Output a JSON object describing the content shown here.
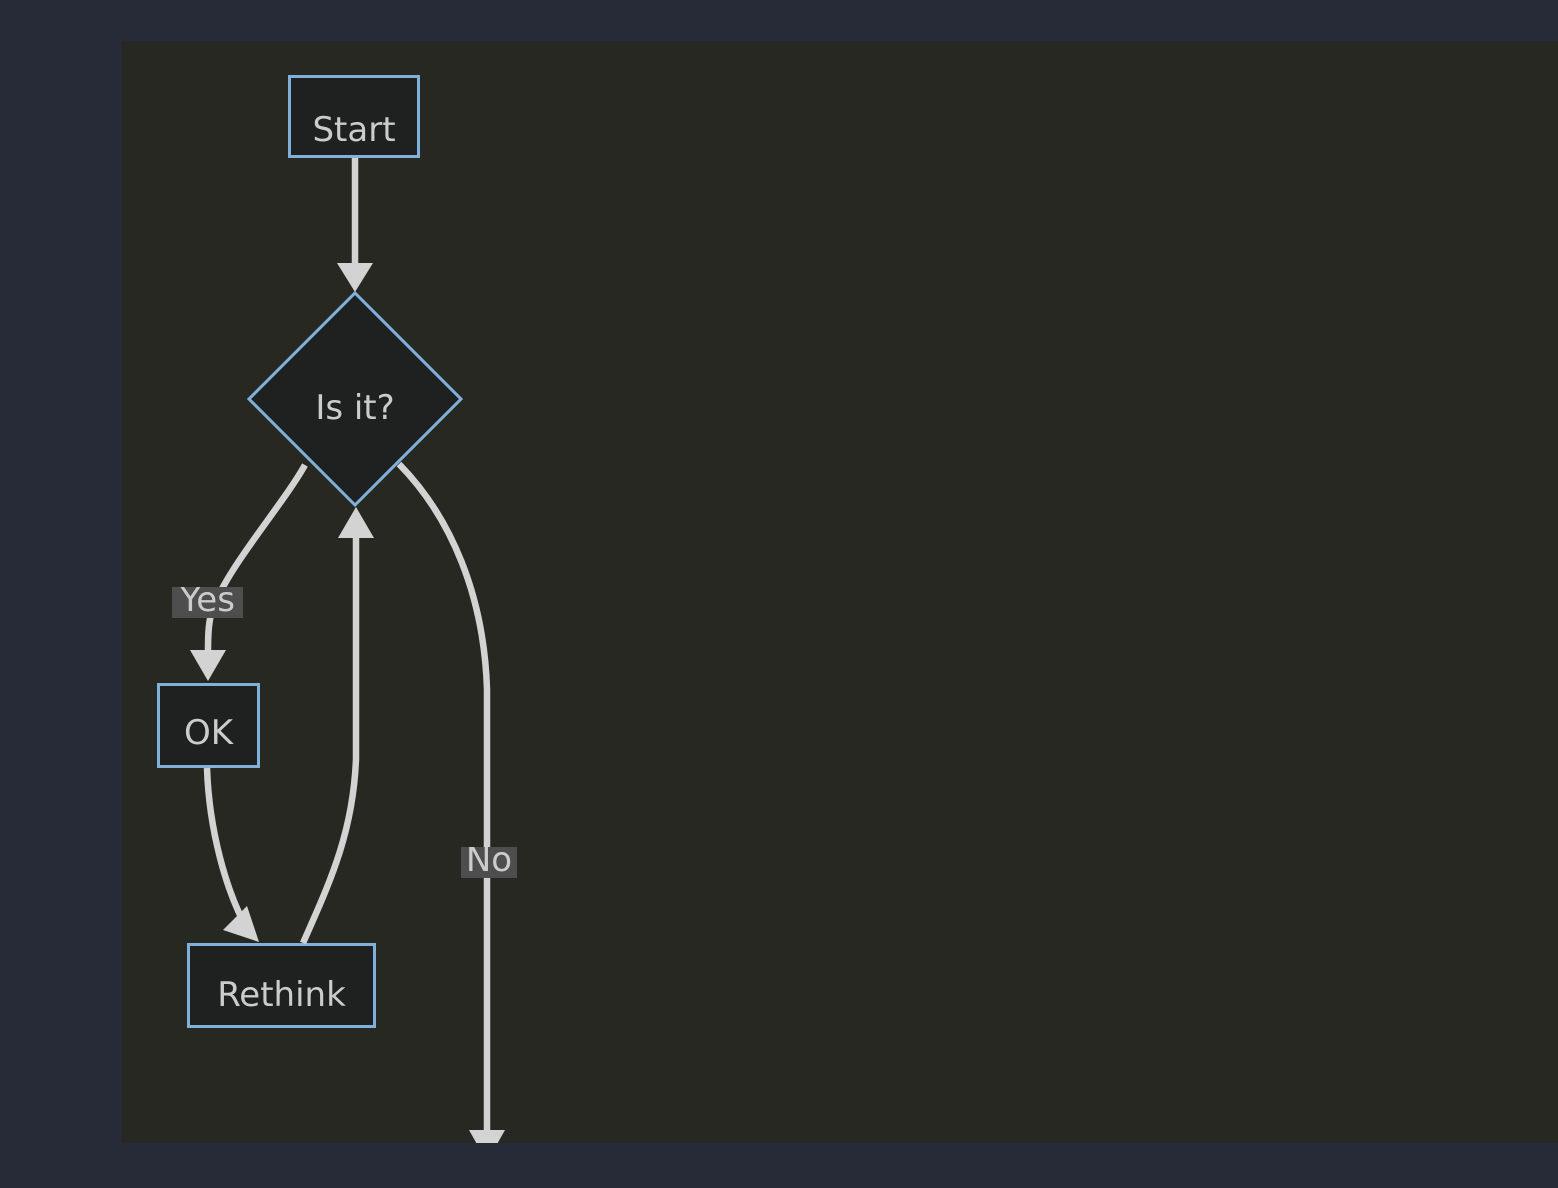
{
  "colors": {
    "outer-bg": "#272b37",
    "panel-bg": "#272822",
    "node-fill": "#1f2020",
    "node-border": "#81b1db",
    "edge-line": "#d3d3d3",
    "label-bg": "#4e4e4e",
    "text": "#cccccc"
  },
  "flowchart": {
    "type": "flowchart",
    "direction": "top-down",
    "nodes": {
      "start": {
        "label": "Start",
        "shape": "rectangle"
      },
      "decision": {
        "label": "Is it?",
        "shape": "diamond"
      },
      "ok": {
        "label": "OK",
        "shape": "rectangle"
      },
      "rethink": {
        "label": "Rethink",
        "shape": "rectangle"
      }
    },
    "edge_labels": {
      "yes": "Yes",
      "no": "No"
    },
    "edges": [
      {
        "from": "Start",
        "to": "Is it?",
        "label": ""
      },
      {
        "from": "Is it?",
        "to": "OK",
        "label": "Yes"
      },
      {
        "from": "Is it?",
        "to": "",
        "label": "No",
        "clipped_at_panel_bottom": true
      },
      {
        "from": "OK",
        "to": "Rethink",
        "label": ""
      },
      {
        "from": "Rethink",
        "to": "Is it?",
        "label": ""
      }
    ]
  }
}
